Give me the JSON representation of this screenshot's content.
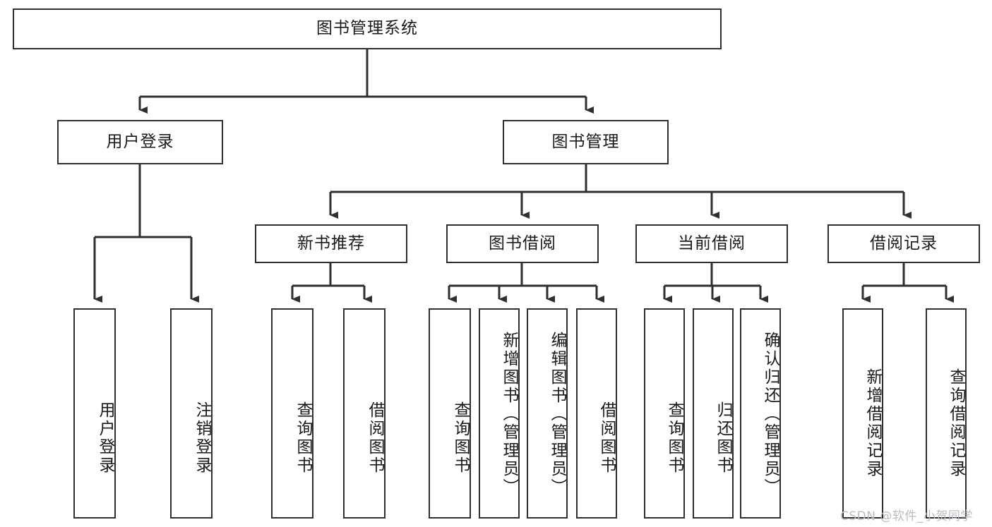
{
  "diagram": {
    "title": "图书管理系统",
    "type": "tree-hierarchy-chart",
    "watermark": "CSDN @软件_小贺同学",
    "line_color": "#2f2f2f",
    "box_fill": "#ffffff",
    "text_color": "#1a1a1a",
    "watermark_color": "#b9bcc0"
  },
  "nodes": {
    "root": {
      "label": "图书管理系统"
    },
    "level2": [
      {
        "label": "用户登录"
      },
      {
        "label": "图书管理"
      }
    ],
    "level3": [
      {
        "label": "新书推荐"
      },
      {
        "label": "图书借阅"
      },
      {
        "label": "当前借阅"
      },
      {
        "label": "借阅记录"
      }
    ],
    "leaves_user_login": [
      {
        "label": "用户登录"
      },
      {
        "label": "注销登录"
      }
    ],
    "leaves_new_books": [
      {
        "label": "查询图书"
      },
      {
        "label": "借阅图书"
      }
    ],
    "leaves_borrow": [
      {
        "label": "查询图书"
      },
      {
        "label": "新增图书（管理员）"
      },
      {
        "label": "编辑图书（管理员）"
      },
      {
        "label": "借阅图书"
      }
    ],
    "leaves_current": [
      {
        "label": "查询图书"
      },
      {
        "label": "归还图书"
      },
      {
        "label": "确认归还（管理员）"
      }
    ],
    "leaves_records": [
      {
        "label": "新增借阅记录"
      },
      {
        "label": "查询借阅记录"
      }
    ]
  }
}
